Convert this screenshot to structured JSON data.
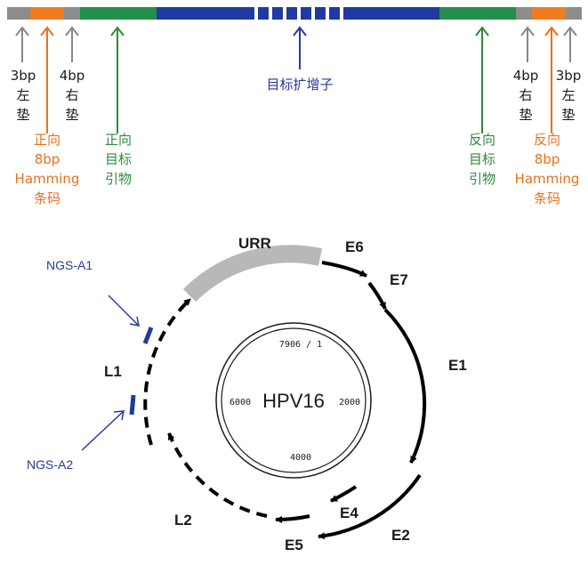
{
  "amplicon": {
    "center_label": "目标扩增子",
    "left_pad_3bp": [
      "3bp",
      "左",
      "垫"
    ],
    "left_pad_4bp": [
      "4bp",
      "右",
      "垫"
    ],
    "right_pad_4bp": [
      "4bp",
      "右",
      "垫"
    ],
    "right_pad_3bp": [
      "3bp",
      "左",
      "垫"
    ],
    "forward_barcode": [
      "正向",
      "8bp",
      "Hamming",
      "条码"
    ],
    "forward_primer": [
      "正向",
      "目标",
      "引物"
    ],
    "reverse_primer": [
      "反向",
      "目标",
      "引物"
    ],
    "reverse_barcode": [
      "反向",
      "8bp",
      "Hamming",
      "条码"
    ],
    "colors": {
      "grey": "#8c8c8c",
      "orange": "#f07c22",
      "green": "#22904a",
      "blue": "#1f3aa0"
    }
  },
  "genome": {
    "name": "HPV16",
    "ticks": [
      "7906 / 1",
      "2000",
      "4000",
      "6000"
    ],
    "genes": [
      "URR",
      "E6",
      "E7",
      "E1",
      "E2",
      "E4",
      "E5",
      "L2",
      "L1"
    ],
    "primers": [
      "NGS-A1",
      "NGS-A2"
    ]
  }
}
